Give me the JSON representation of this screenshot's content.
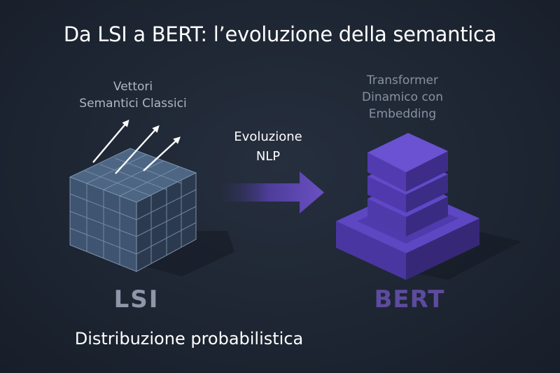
{
  "title": "Da LSI a BERT: l’evoluzione della semantica",
  "lsi": {
    "caption_line1": "Vettori",
    "caption_line2": "Semantici Classici",
    "name": "LSI",
    "subtitle": "Distribuzione probabilistica"
  },
  "bert": {
    "caption_line1": "Transformer",
    "caption_line2": "Dinamico con",
    "caption_line3": "Embedding",
    "name": "BERT"
  },
  "transition": {
    "line1": "Evoluzione",
    "line2": "NLP"
  },
  "colors": {
    "background": "#1d2532",
    "cube": "#3f5470",
    "bert": "#5b43b8",
    "arrow": "#6a50c4"
  }
}
